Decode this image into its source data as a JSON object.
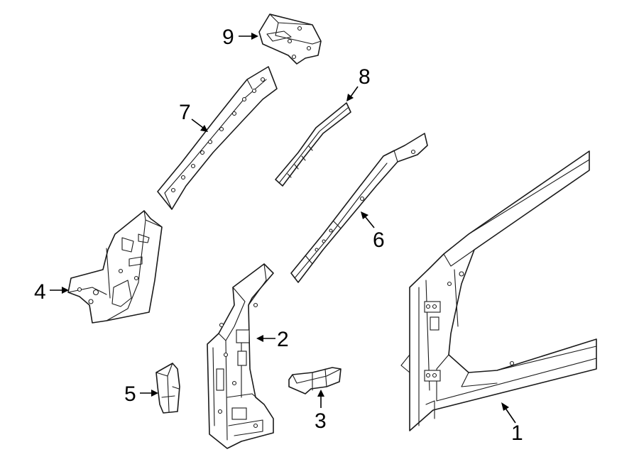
{
  "callouts": {
    "c1": "1",
    "c2": "2",
    "c3": "3",
    "c4": "4",
    "c5": "5",
    "c6": "6",
    "c7": "7",
    "c8": "8",
    "c9": "9"
  },
  "colors": {
    "line": "#1a1a1a",
    "background": "#ffffff"
  }
}
